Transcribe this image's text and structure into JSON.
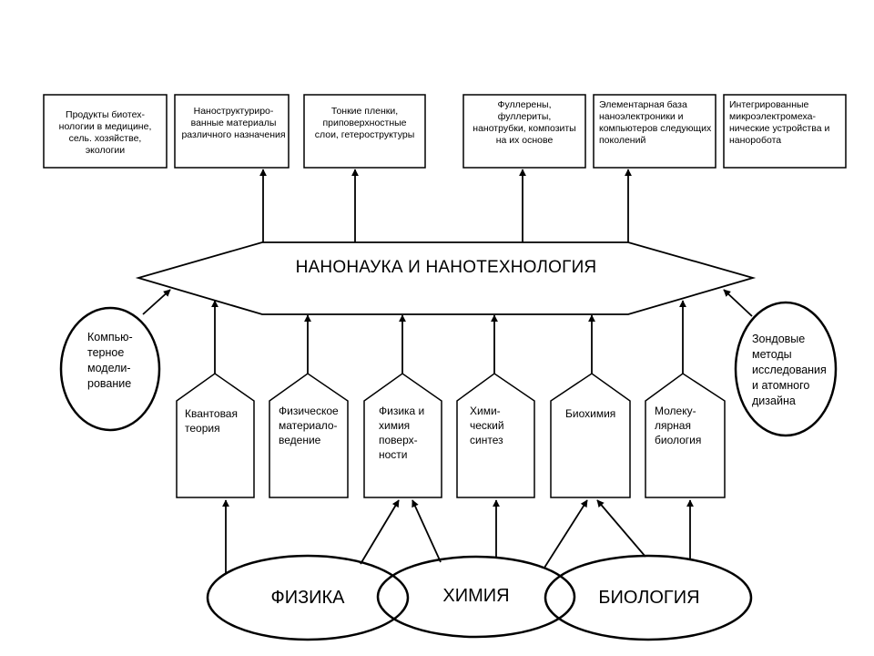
{
  "diagram": {
    "title": "НАНОНАУКА И НАНОТЕХНОЛОГИЯ",
    "applications": [
      "Продукты биотех-\nнологии в медицине,\nсель. хозяйстве,\nэкологии",
      "Наноструктуриро-\nванные материалы\nразличного назначения",
      "Тонкие пленки,\nприповерхностные\nслои, гетероструктуры",
      "Фуллерены,\nфуллериты,\nнанотрубки, композиты\nна их основе",
      "Элементарная база\nнаноэлектроники  и\nкомпьютеров следующих\nпоколений",
      "Интегрированные\nмикроэлектромеха-\nнические устройства и\nнаноробота"
    ],
    "disciplines": [
      "Квантовая\nтеория",
      "Физическое\nматериало-\nведение",
      "Физика и\nхимия\nповерх-\nности",
      "Хими-\nческий\nсинтез",
      "Биохимия",
      "Молеку-\nлярная\nбиология"
    ],
    "side_left": "Компью-\nтерное\nмодели-\nрование",
    "side_right": "Зондовые\nметоды\nисследования\nи атомного\nдизайна",
    "bases": [
      "ФИЗИКА",
      "ХИМИЯ",
      "БИОЛОГИЯ"
    ]
  }
}
